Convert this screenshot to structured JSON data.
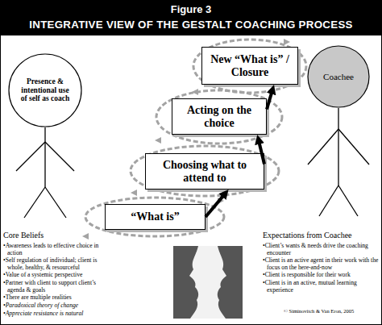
{
  "diagram": {
    "title": "INTEGRATIVE VIEW OF THE GESTALT COACHING PROCESS",
    "nodes": [
      {
        "text": [
          "Presence & intentional use of self as coach"
        ]
      },
      {
        "text": [
          "Coachee"
        ]
      },
      {
        "text": [
          "“What is”"
        ]
      },
      {
        "text": [
          "Choosing what to attend to"
        ]
      },
      {
        "text": [
          "Acting on the choice"
        ]
      },
      {
        "text": [
          "New “What is” / Closure"
        ]
      }
    ],
    "edges": [
      {
        "from": 2,
        "to": 3,
        "arrow": "to"
      },
      {
        "from": 3,
        "to": 4,
        "arrow": "to"
      },
      {
        "from": 4,
        "to": 5,
        "arrow": "to"
      }
    ],
    "labels": [
      "Figure 3",
      "Core Beliefs",
      "•Awareness leads to effective choice in action",
      "•Self regulation of individual; client is whole, healthy, & resourceful",
      "•Value of a systemic perspective",
      "•Partner with client to support client’s agenda & goals",
      "•There are multiple realities",
      "•Paradoxical theory of change",
      "•Appreciate resistance is natural",
      "Expectations from Coachee",
      "•Client’s wants & needs drive the coaching encounter",
      "•Client is an active agent in their work with the focus on the here-and-now",
      "•Client is responsible for their work",
      "•Client is in an active, mutual learning experience",
      "© Siminovitch & Van Eron, 2005"
    ]
  }
}
